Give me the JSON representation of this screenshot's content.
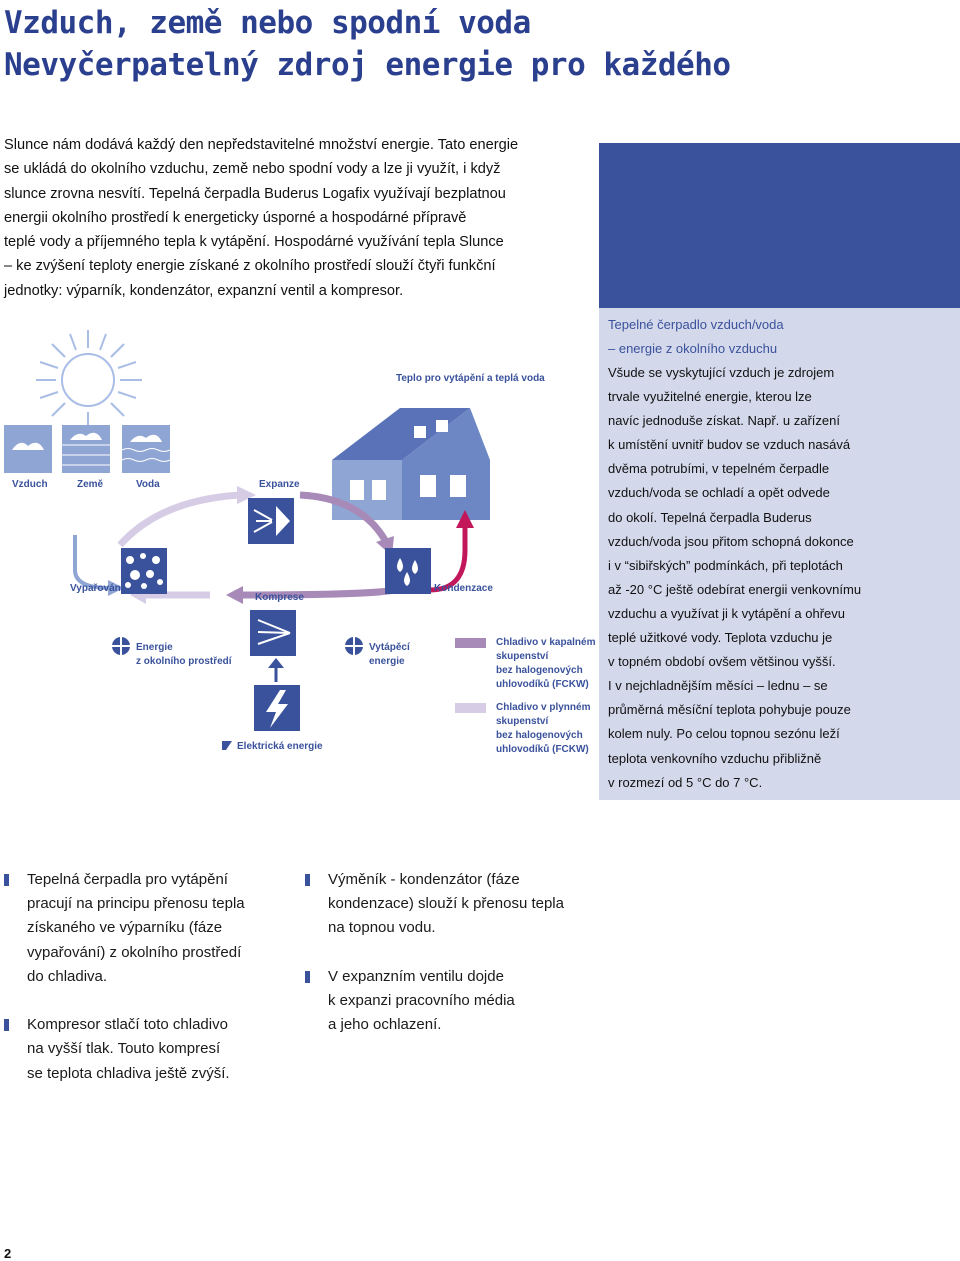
{
  "title": {
    "line1": "Vzduch, země nebo spodní voda",
    "line2": "Nevyčerpatelný zdroj energie pro každého"
  },
  "intro": {
    "lines": [
      "Slunce nám dodává každý den nepředstavitelné množství energie. Tato energie",
      "se ukládá do okolního vzduchu, země nebo spodní vody a lze ji využít, i když",
      "slunce zrovna nesvítí. Tepelná čerpadla Buderus Logafix využívají bezplatnou",
      "energii okolního prostředí k energeticky úsporné a hospodárné přípravě",
      "teplé vody a příjemného tepla k vytápění. Hospodárné využívání tepla Slunce",
      "– ke zvýšení teploty energie získané z okolního prostředí slouží čtyři funkční",
      "jednotky: výparník, kondenzátor, expanzní ventil a kompresor."
    ]
  },
  "sidebar": {
    "heading_lines": [
      "Tepelné čerpadlo vzduch/voda",
      "– energie z okolního vzduchu"
    ],
    "body_lines": [
      "Všude se vyskytující vzduch je zdrojem",
      "trvale využitelné energie, kterou lze",
      "navíc jednoduše získat. Např. u zařízení",
      "k umístění uvnitř budov se vzduch nasává",
      "dvěma potrubími, v tepelném čerpadle",
      "vzduch/voda se ochladí a opět odvede",
      "do okolí. Tepelná čerpadla Buderus",
      "vzduch/voda jsou přitom schopná dokonce",
      "i v “sibiřských” podmínkách, při teplotách",
      "až -20 °C ještě odebírat energii venkovnímu",
      "vzduchu a využívat ji k vytápění a ohřevu",
      "teplé užitkové vody. Teplota vzduchu je",
      "v topném období ovšem většinou vyšší.",
      "I v nejchladnějším měsíci – lednu – se",
      "průměrná měsíční teplota pohybuje pouze",
      "kolem nuly. Po celou topnou sezónu leží",
      "teplota venkovního vzduchu přibližně",
      "v rozmezí od 5 °C do 7 °C."
    ]
  },
  "diagram": {
    "heat_label": "Teplo pro vytápění a teplá voda",
    "source_air": "Vzduch",
    "source_earth": "Země",
    "source_water": "Voda",
    "expansion": "Expanze",
    "evaporation": "Vypařování",
    "compression": "Komprese",
    "condensation": "Kondenzace",
    "env_energy_line1": "Energie",
    "env_energy_line2": "z okolního prostředí",
    "heating_energy_line1": "Vytápěcí",
    "heating_energy_line2": "energie",
    "electric_energy": "Elektrická energie",
    "legend_liquid": [
      "Chladivo v kapalném",
      "skupenství",
      "bez halogenových",
      "uhlovodíků (FCKW)"
    ],
    "legend_gas": [
      "Chladivo v plynném",
      "skupenství",
      "bez halogenových",
      "uhlovodíků (FCKW)"
    ],
    "colors": {
      "brand_blue": "#3a529c",
      "liquid": "#a88ab8",
      "gas": "#d7cce6",
      "heat_arrow": "#c2185b",
      "source_arrow": "#8fa5d4"
    }
  },
  "bullets": {
    "left": [
      [
        "Tepelná čerpadla pro vytápění",
        "pracují na principu přenosu tepla",
        "získaného ve výparníku (fáze",
        "vypařování) z okolního prostředí",
        "do chladiva."
      ],
      [
        "Kompresor stlačí toto chladivo",
        "na vyšší tlak. Touto kompresí",
        "se teplota chladiva ještě zvýší."
      ]
    ],
    "right": [
      [
        "Výměník - kondenzátor (fáze",
        "kondenzace) slouží k přenosu tepla",
        "na topnou vodu."
      ],
      [
        "V expanzním ventilu dojde",
        "k expanzi pracovního média",
        "a jeho ochlazení."
      ]
    ]
  },
  "page_number": "2"
}
